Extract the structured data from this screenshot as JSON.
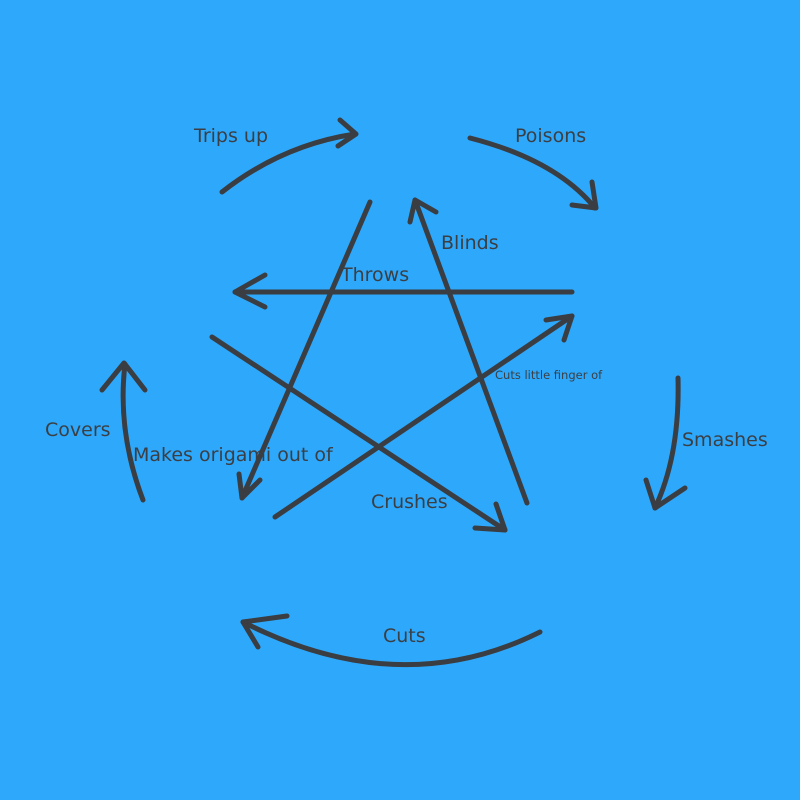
{
  "background": "#2ea8fb",
  "stroke_color": "#3a3d42",
  "text_color": "#3b3f44",
  "labels": {
    "trips_up": "Trips up",
    "poisons": "Poisons",
    "smashes": "Smashes",
    "cuts": "Cuts",
    "covers": "Covers",
    "blinds": "Blinds",
    "throws": "Throws",
    "cuts_little_finger_of": "Cuts little finger of",
    "makes_origami_out_of": "Makes origami out of",
    "crushes": "Crushes"
  }
}
